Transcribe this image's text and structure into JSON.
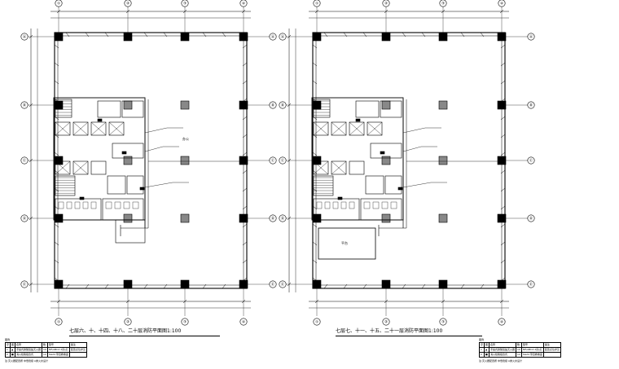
{
  "plans": [
    {
      "id": "left",
      "caption": "七层六、十、十四、十八、二十层消防平面图1:100",
      "top_axes": [
        "①",
        "②",
        "③",
        "④"
      ],
      "bottom_axes": [
        "①",
        "②",
        "③",
        "④"
      ],
      "side_axes": [
        "Ⓐ",
        "Ⓑ",
        "Ⓒ",
        "Ⓓ",
        "Ⓔ"
      ],
      "room_tag": "办公",
      "annex_tag": ""
    },
    {
      "id": "right",
      "caption": "七层七、十一、十五、二十一层消防平面图1:100",
      "top_axes": [
        "①",
        "②",
        "③",
        "④"
      ],
      "bottom_axes": [
        "①",
        "②",
        "③",
        "④"
      ],
      "side_axes": [
        "Ⓐ",
        "Ⓑ",
        "Ⓒ",
        "Ⓓ",
        "Ⓔ"
      ],
      "room_tag": "",
      "annex_tag": "平台"
    }
  ],
  "legends": [
    {
      "id": "left-legend",
      "title": "图例",
      "rows": [
        [
          "序",
          "图",
          "名称",
          "数",
          "型号",
          "备注"
        ],
        [
          "1",
          "▲",
          "手提式磷酸铵盐灭火器",
          "10",
          "MF/ABC4 2具/点",
          "配置点位详见"
        ],
        [
          "2",
          "■",
          "消火栓箱组合式",
          "12",
          "SG24 带自救卷盘",
          ""
        ]
      ],
      "note": "注:灭火器配置按 中危险级 A类火灾设计"
    },
    {
      "id": "right-legend",
      "title": "图例",
      "rows": [
        [
          "序",
          "图",
          "名称",
          "数",
          "型号",
          "备注"
        ],
        [
          "1",
          "▲",
          "手提式磷酸铵盐灭火器",
          "10",
          "MF/ABC4 2具/点",
          "配置点位详见"
        ],
        [
          "2",
          "■",
          "消火栓箱组合式",
          "12",
          "SG24 带自救卷盘",
          ""
        ]
      ],
      "note": "注:灭火器配置按 中危险级 A类火灾设计"
    }
  ]
}
